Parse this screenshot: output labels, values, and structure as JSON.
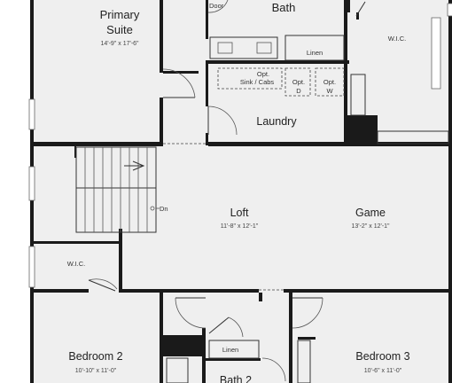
{
  "rooms": {
    "primary_suite": {
      "name_line1": "Primary",
      "name_line2": "Suite",
      "dims": "14'-9\" x 17'-6\""
    },
    "primary_bath": {
      "name": "Bath",
      "door_label": "Door"
    },
    "linen_top": {
      "label": "Linen"
    },
    "wic_right": {
      "label": "W.I.C."
    },
    "laundry": {
      "name": "Laundry",
      "sink_line1": "Opt.",
      "sink_line2": "Sink / Cabs",
      "dryer_line1": "Opt.",
      "dryer_line2": "D",
      "washer_line1": "Opt.",
      "washer_line2": "W"
    },
    "loft": {
      "name": "Loft",
      "dims": "11'-8\" x 12'-1\""
    },
    "game": {
      "name": "Game",
      "dims": "13'-2\" x 12'-1\""
    },
    "stair": {
      "dn_label": "Dn"
    },
    "wic_left": {
      "label": "W.I.C."
    },
    "bedroom2": {
      "name": "Bedroom 2",
      "dims": "10'-10\" x 11'-0\""
    },
    "bedroom3": {
      "name": "Bedroom 3",
      "dims": "10'-6\" x 11'-0\""
    },
    "linen_bottom": {
      "label": "Linen"
    },
    "bath2": {
      "name": "Bath 2"
    }
  }
}
